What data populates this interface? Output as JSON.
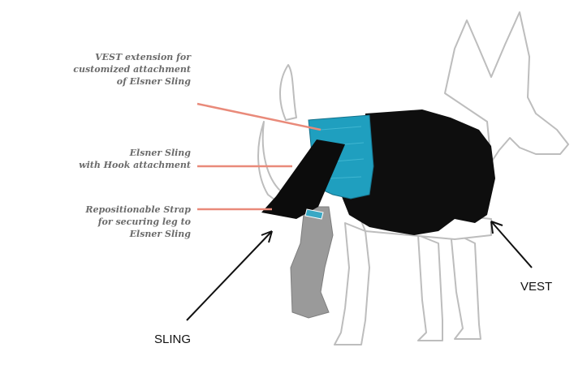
{
  "callouts": {
    "vest_extension": "VEST extension for\ncustomized attachment\nof Elsner Sling",
    "elsner_sling": "Elsner Sling\nwith Hook attachment",
    "strap": "Repositionable Strap\nfor securing leg to\nElsner Sling"
  },
  "labels": {
    "vest": "VEST",
    "sling": "SLING"
  },
  "colors": {
    "callout_line": "#e98a7a",
    "vest": "#0e0e0e",
    "extension": "#1f9fbf",
    "sling_leg": "#9a9a9a",
    "outline": "#bdbdbd"
  }
}
